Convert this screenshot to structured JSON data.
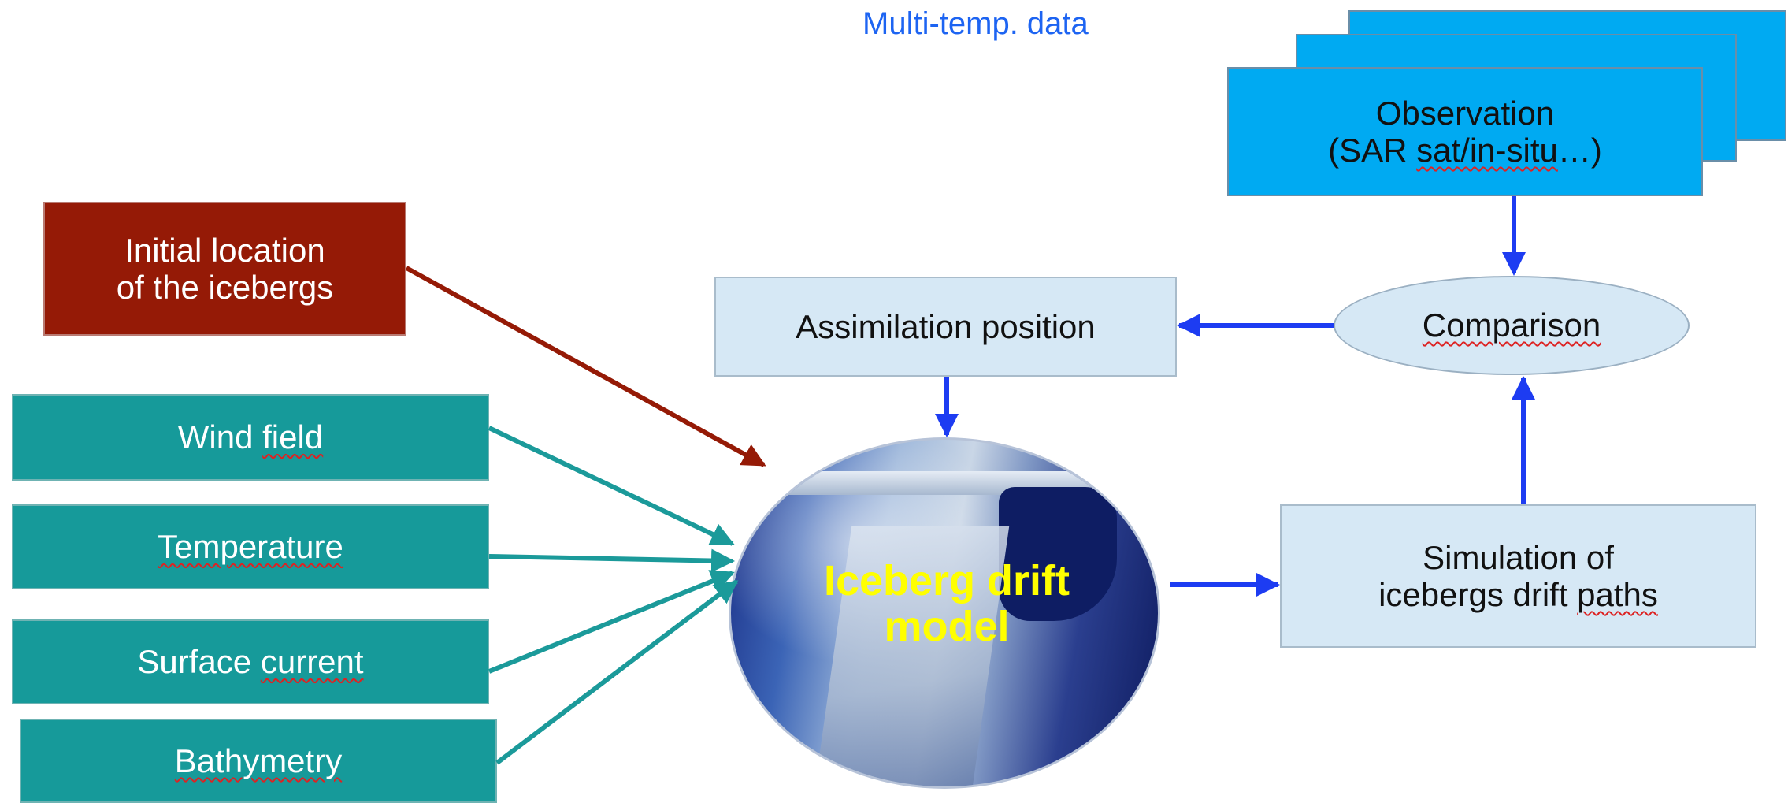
{
  "diagram": {
    "header_note": "Multi-temp. data",
    "inputs": [
      {
        "label": "Wind field",
        "squiggle": "field"
      },
      {
        "label": "Temperature",
        "squiggle": ""
      },
      {
        "label": "Surface current",
        "squiggle": "current"
      },
      {
        "label": "Bathymetry",
        "squiggle": ""
      }
    ],
    "initial_location": {
      "line1": "Initial location",
      "line2": "of the icebergs"
    },
    "model": {
      "line1": "Iceberg drift",
      "line2": "model"
    },
    "observation": {
      "line1": "Observation",
      "line2_prefix": "(SAR ",
      "line2_squiggle": "sat/in-situ",
      "line2_suffix": "…)"
    },
    "comparison": "Comparison",
    "assimilation": "Assimilation position",
    "simulation": {
      "line1": "Simulation of",
      "line2_prefix": "icebergs drift ",
      "line2_squiggle": "paths"
    },
    "colors": {
      "input_box": "#169a9a",
      "initial_box": "#951a06",
      "observation_box": "#00aaf2",
      "process_box": "#d6e8f5",
      "flow_arrow": "#1d3cf2",
      "input_arrow": "#1b9a9a",
      "initial_arrow": "#951a06",
      "model_title": "#ffff00",
      "header_note": "#1d64f2"
    },
    "icons": [
      "arrow-right",
      "arrow-down",
      "arrow-left",
      "arrow-up"
    ]
  }
}
